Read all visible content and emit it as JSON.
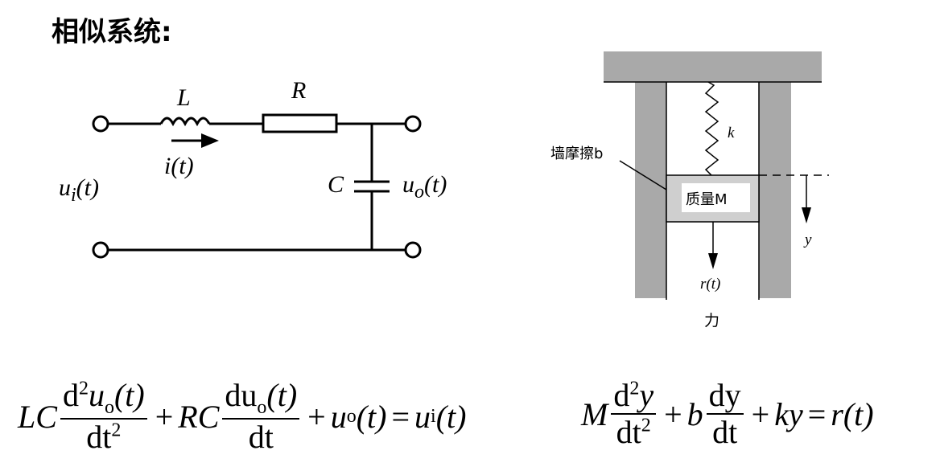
{
  "title": "相似系统:",
  "circuit": {
    "L": "L",
    "R": "R",
    "C": "C",
    "current": "i(t)",
    "input": "u",
    "input_sub": "i",
    "output": "u",
    "output_sub": "o",
    "t": "(t)"
  },
  "mechanical": {
    "spring": "k",
    "friction": "墙摩擦b",
    "mass": "质量M",
    "displacement": "y",
    "force": "r(t)",
    "force_label": "力"
  },
  "equations": {
    "electrical": {
      "lc": "LC",
      "num1": "d",
      "sq": "2",
      "u": "u",
      "o": "o",
      "t": "(t)",
      "den1": "dt",
      "rc": "RC",
      "num2": "du",
      "plus": "+",
      "eq": "=",
      "i": "i"
    },
    "mechanical": {
      "M": "M",
      "num1": "d",
      "sq": "2",
      "y": "y",
      "den1": "dt",
      "b": "b",
      "num2": "dy",
      "den2": "dt",
      "ky": "ky",
      "rt": "r(t)",
      "plus": "+",
      "eq": "="
    }
  }
}
